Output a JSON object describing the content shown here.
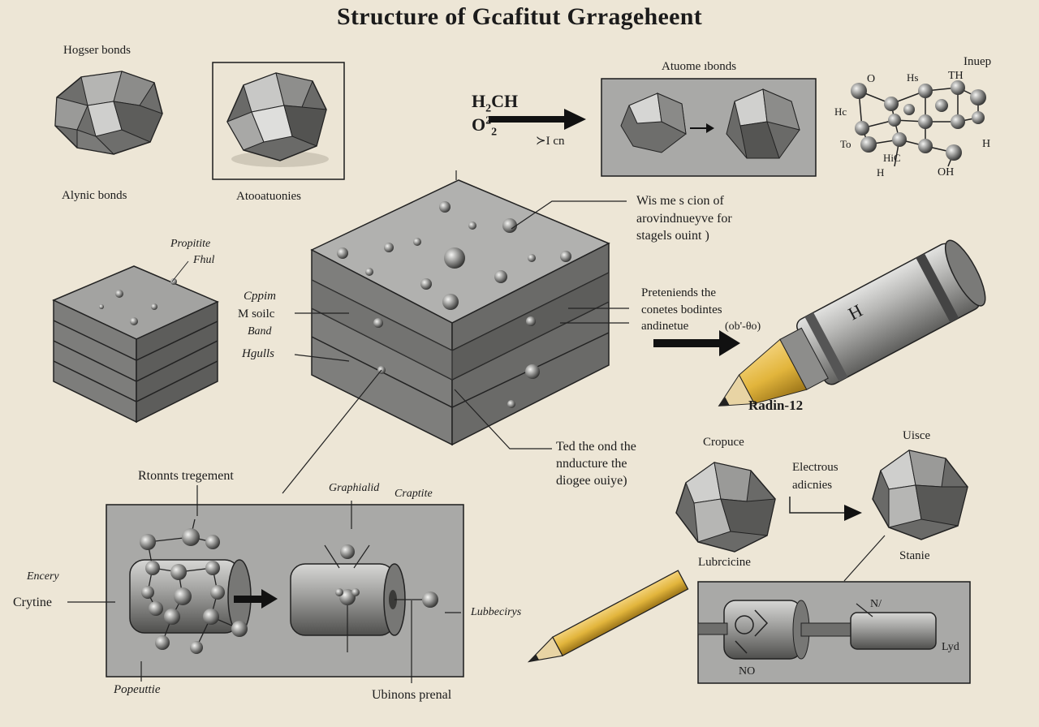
{
  "title": "Structure of Gcafitut Grrageheent",
  "labels": {
    "hogger_bonds": "Hogser bonds",
    "alynic_bonds": "Alynic bonds",
    "aboo": "Atooatuonies",
    "atomic_bonds_panel": "Atuome ıbonds",
    "inuep": "Inuep",
    "formula_line1": "H",
    "formula_sub1": "2",
    "formula_tail1": "CH",
    "formula_line2": "O",
    "formula_sup2": "2",
    "formula_sub2": "2",
    "arrow_caption": "≻I cn",
    "mol_o": "O",
    "mol_ho": "Hs",
    "mol_th": "TH",
    "mol_hc": "Hc",
    "mol_to": "To",
    "mol_hic": "HiC",
    "mol_h": "H",
    "mol_oh": "OH",
    "mol_h2": "H",
    "wis_line1": "Wis me s cion of",
    "wis_line2": "arovindnueyve for",
    "wis_line3": "stagels ouint )",
    "propitite_line1": "Propitite",
    "propitite_line2": "Fhul",
    "cppim": "Cppim",
    "m_soilc": "M soilc",
    "band": "Band",
    "hgulls": "Hgulls",
    "pre_line1": "Preteniends the",
    "pre_line2": "conetes bodintes",
    "pre_line3": "andinetue",
    "pre_paren": "(ob'-θo)",
    "pencil_h": "H",
    "radin": "Radin-12",
    "ted_line1": "Ted the ond the",
    "ted_line2": "nnducture the",
    "ted_line3": "diogee ouiye)",
    "rtonnts": "Rtonnts tregement",
    "graphialid": "Graphialid",
    "craptite": "Craptite",
    "encery": "Encery",
    "crytine": "Crytine",
    "popeuttie": "Popeuttie",
    "lubbecirys": "Lubbecirys",
    "ubinons": "Ubinons prenal",
    "cropuce": "Cropuce",
    "electrous_line1": "Electrous",
    "electrous_line2": "adicnies",
    "uisce": "Uisce",
    "lubrcicine": "Lubrcicine",
    "stanie": "Stanie",
    "n_label": "N/",
    "no_label": "NO",
    "lyd_label": "Lyd"
  },
  "colors": {
    "paper": "#ede6d6",
    "ink": "#1b1b1b",
    "panel": "#a9a9a7",
    "stone": "#8d8d8a",
    "pencil_yellow": "#e2b53c",
    "metal": "#9a9a98"
  }
}
